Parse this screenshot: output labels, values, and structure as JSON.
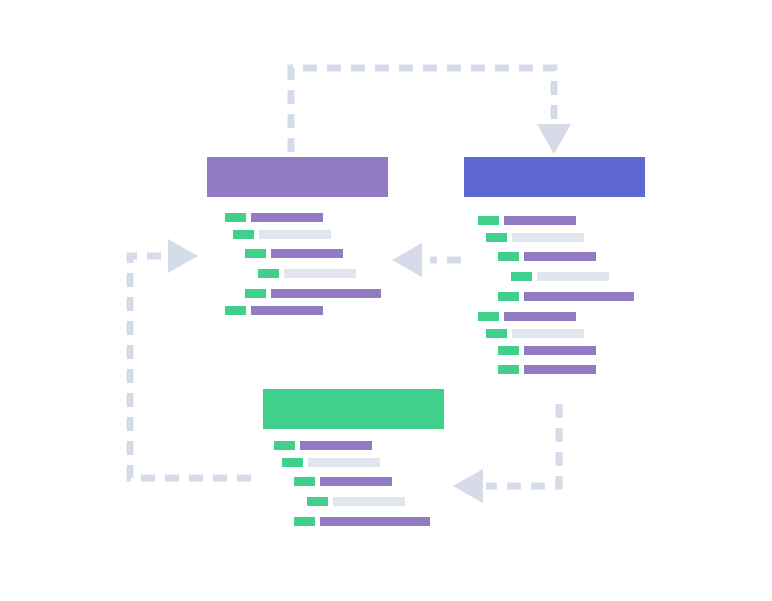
{
  "colors": {
    "background": "#ffffff",
    "connector": "#d5dbe8",
    "tag": "#41cf8c",
    "line_primary": "#937bc4",
    "line_muted": "#e1e5ee"
  },
  "blocks": [
    {
      "id": "block-left",
      "header_color": "#937bc4",
      "lines": [
        {
          "indent": 0,
          "style": "primary",
          "length": "medium"
        },
        {
          "indent": 1,
          "style": "muted",
          "length": "medium"
        },
        {
          "indent": 2,
          "style": "primary",
          "length": "medium"
        },
        {
          "indent": 3,
          "style": "muted",
          "length": "medium"
        },
        {
          "indent": 2,
          "style": "primary",
          "length": "long"
        },
        {
          "indent": 0,
          "style": "primary",
          "length": "medium"
        }
      ]
    },
    {
      "id": "block-right",
      "header_color": "#5e68d3",
      "lines": [
        {
          "indent": 0,
          "style": "primary",
          "length": "medium"
        },
        {
          "indent": 1,
          "style": "muted",
          "length": "medium"
        },
        {
          "indent": 2,
          "style": "primary",
          "length": "medium"
        },
        {
          "indent": 3,
          "style": "muted",
          "length": "medium"
        },
        {
          "indent": 2,
          "style": "primary",
          "length": "long"
        },
        {
          "indent": 0,
          "style": "primary",
          "length": "medium"
        },
        {
          "indent": 1,
          "style": "muted",
          "length": "medium"
        },
        {
          "indent": 2,
          "style": "primary",
          "length": "medium"
        },
        {
          "indent": 2,
          "style": "primary",
          "length": "medium"
        }
      ]
    },
    {
      "id": "block-bottom",
      "header_color": "#41cf8c",
      "lines": [
        {
          "indent": 0,
          "style": "primary",
          "length": "medium"
        },
        {
          "indent": 1,
          "style": "muted",
          "length": "medium"
        },
        {
          "indent": 2,
          "style": "primary",
          "length": "medium"
        },
        {
          "indent": 3,
          "style": "muted",
          "length": "medium"
        },
        {
          "indent": 2,
          "style": "primary",
          "length": "long"
        }
      ]
    }
  ],
  "connectors": [
    {
      "id": "loop-top",
      "from": "block-left",
      "to": "block-right",
      "arrow": "down"
    },
    {
      "id": "right-to-left",
      "from": "block-right",
      "to": "block-left",
      "arrow": "left"
    },
    {
      "id": "right-to-bottom",
      "from": "block-right",
      "to": "block-bottom",
      "arrow": "left"
    },
    {
      "id": "bottom-to-left",
      "from": "block-bottom",
      "to": "block-left",
      "arrow": "right"
    }
  ]
}
